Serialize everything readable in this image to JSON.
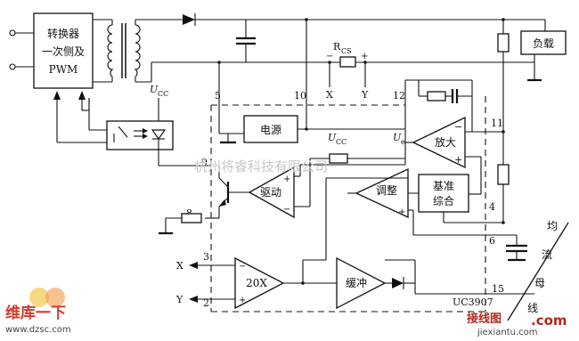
{
  "blocks": {
    "converter": [
      "转换器",
      "一次侧及",
      "PWM"
    ],
    "load": "负载",
    "power": "电源",
    "amplifier": "放大",
    "driver": "驱动",
    "regulator": "调整",
    "reference": [
      "基准",
      "综合"
    ],
    "buffer": "缓冲",
    "gain_amp": "20X"
  },
  "labels": {
    "rcs_main": "R",
    "rcs_sub": "CS",
    "x": "X",
    "y": "Y",
    "ucc_main": "U",
    "ucc_sub": "CC",
    "ue_main": "U",
    "ue_sub": "e",
    "chip": "UC3907",
    "current_share_bus": [
      "均",
      "流",
      "母",
      "线"
    ],
    "plus": "+",
    "minus": "−"
  },
  "pins": {
    "p2": "2",
    "p3": "3",
    "p4": "4",
    "p5": "5",
    "p6": "6",
    "p8": "8",
    "p9": "9",
    "p10": "10",
    "p11": "11",
    "p12": "12",
    "p15": "15"
  },
  "watermarks": {
    "center": "杭州将睿科技有限公司",
    "logo_left_top": "维库一下",
    "logo_left_url": "www.dzsc.com",
    "logo_right_top": "接线图",
    "logo_right_com": ".com",
    "logo_right_url": "jiexiantu.com"
  }
}
